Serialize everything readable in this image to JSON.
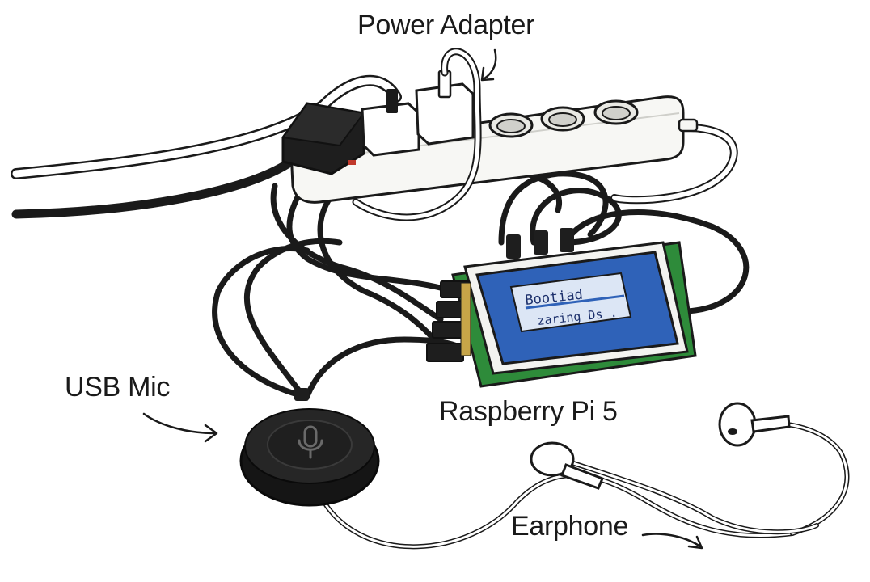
{
  "labels": {
    "power_adapter": "Power Adapter",
    "usb_mic": "USB Mic",
    "raspberry_pi": "Raspberry Pi 5",
    "earphone": "Earphone"
  },
  "screen": {
    "line1": "Bootiad",
    "line2": "zaring Ds ."
  },
  "colors": {
    "outline": "#1a1a1a",
    "screen_blue": "#2f62b8",
    "screen_panel": "#dce6f5",
    "pcb_green": "#2e8b3a",
    "mic_body": "#222222",
    "strip_white": "#f7f7f4"
  }
}
